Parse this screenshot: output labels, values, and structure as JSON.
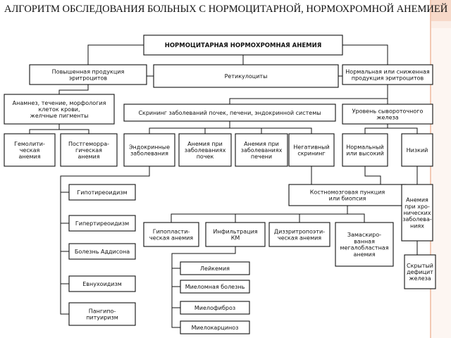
{
  "title": "АЛГОРИТМ ОБСЛЕДОВАНИЯ БОЛЬНЫХ С НОРМОЦИТАРНОЙ, НОРМОХРОМНОЙ АНЕМИЕЙ",
  "nodes": {
    "root": [
      "НОРМОЦИТАРНАЯ  НОРМОХРОМНАЯ  АНЕМИЯ"
    ],
    "increased_production": [
      "Повышенная продукция",
      "эритроцитов"
    ],
    "reticulocytes": [
      "Ретикулоциты"
    ],
    "normal_or_reduced": [
      "Нормальная или сниженная",
      "продукция эритроцитов"
    ],
    "anamnesis": [
      "Анамнез, течение, морфология",
      "клеток крови,",
      "желчные пигменты"
    ],
    "screening": [
      "Скрининг заболеваний почек, печени, эндокринной системы"
    ],
    "serum_iron": [
      "Уровень сывороточного",
      "железа"
    ],
    "hemolytic": [
      "Гемолити-",
      "ческая",
      "анемия"
    ],
    "posthemorrhagic": [
      "Постгеморра-",
      "гическая",
      "анемия"
    ],
    "endocrine": [
      "Эндокринные",
      "заболевания"
    ],
    "kidney_anemia": [
      "Анемия при",
      "заболеваниях",
      "почек"
    ],
    "liver_anemia": [
      "Анемия при",
      "заболеваниях",
      "печени"
    ],
    "negative_screening": [
      "Негативный",
      "скрининг"
    ],
    "normal_high": [
      "Нормальный",
      "или высокий"
    ],
    "low": [
      "Низкий"
    ],
    "bone_marrow": [
      "Костномозговая пункция",
      "или биопсия"
    ],
    "hypothyroidism": [
      "Гипотиреоидизм"
    ],
    "hyperthyroidism": [
      "Гипертиреоидизм"
    ],
    "addison": [
      "Болезнь Аддисона"
    ],
    "eunuchoidism": [
      "Евнухоидизм"
    ],
    "panhypopituitarism": [
      "Пангипо-",
      "питуиризм"
    ],
    "hypoplastic": [
      "Гипопласти-",
      "ческая анемия"
    ],
    "infiltration": [
      "Инфильтрация",
      "КМ"
    ],
    "dyserythropoietic": [
      "Диззритропоэти-",
      "ческая анемия"
    ],
    "masked_megaloblastic": [
      "Замаскиро-",
      "ванная",
      "мегалобластная",
      "анемия"
    ],
    "chronic_disease": [
      "Анемия",
      "при хро-",
      "нических",
      "заболева-",
      "ниях"
    ],
    "latent_iron": [
      "Скрытый",
      "дефицит",
      "железа"
    ],
    "leukemia": [
      "Лейкемия"
    ],
    "myeloma": [
      "Миеломная болезнь"
    ],
    "myelofibrosis": [
      "Миелофиброз"
    ],
    "myelocarcinosis": [
      "Миелокарциноз"
    ]
  }
}
